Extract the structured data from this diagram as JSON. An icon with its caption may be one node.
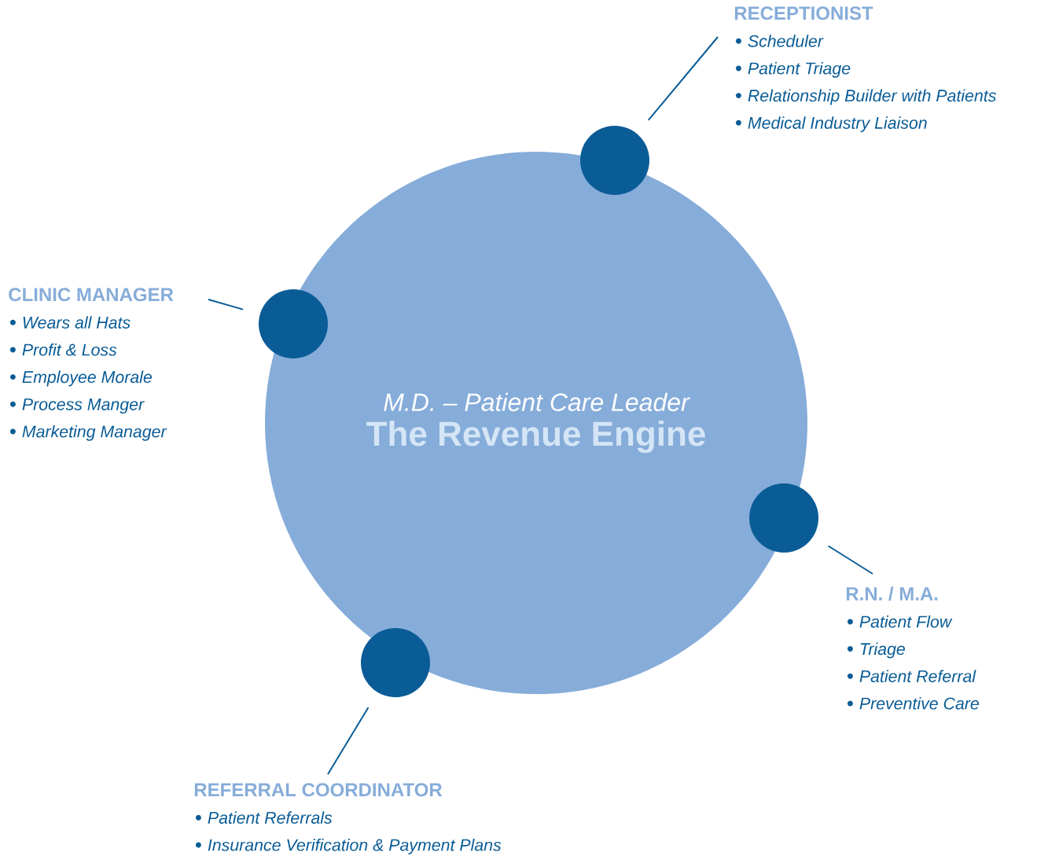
{
  "diagram": {
    "nodes": [
      {
        "text": [
          "M.D. – Patient Care Leader",
          "The Revenue Engine"
        ]
      },
      {
        "text": [
          "RECEPTIONIST",
          "Scheduler",
          "Patient Triage",
          "Relationship Builder with Patients",
          "Medical Industry Liaison"
        ]
      },
      {
        "text": [],
        "shape": "circle"
      },
      {
        "text": [
          "CLINIC MANAGER",
          "Wears all Hats",
          "Profit & Loss",
          "Employee Morale",
          "Process Manger",
          "Marketing Manager"
        ]
      },
      {
        "text": [],
        "shape": "circle"
      },
      {
        "text": [],
        "shape": "circle"
      },
      {
        "text": [
          "R.N. / M.A.",
          "Patient Flow",
          "Triage",
          "Patient Referral",
          "Preventive Care"
        ]
      },
      {
        "text": [],
        "shape": "circle"
      },
      {
        "text": [
          "REFERRAL COORDINATOR",
          "Patient Referrals",
          "Insurance Verification & Payment Plans"
        ]
      }
    ],
    "edges": [
      {
        "from": 1,
        "to": 2,
        "arrow": "none"
      },
      {
        "from": 3,
        "to": 4,
        "arrow": "none"
      },
      {
        "from": 6,
        "to": 5,
        "arrow": "none"
      },
      {
        "from": 8,
        "to": 7,
        "arrow": "none"
      }
    ]
  }
}
